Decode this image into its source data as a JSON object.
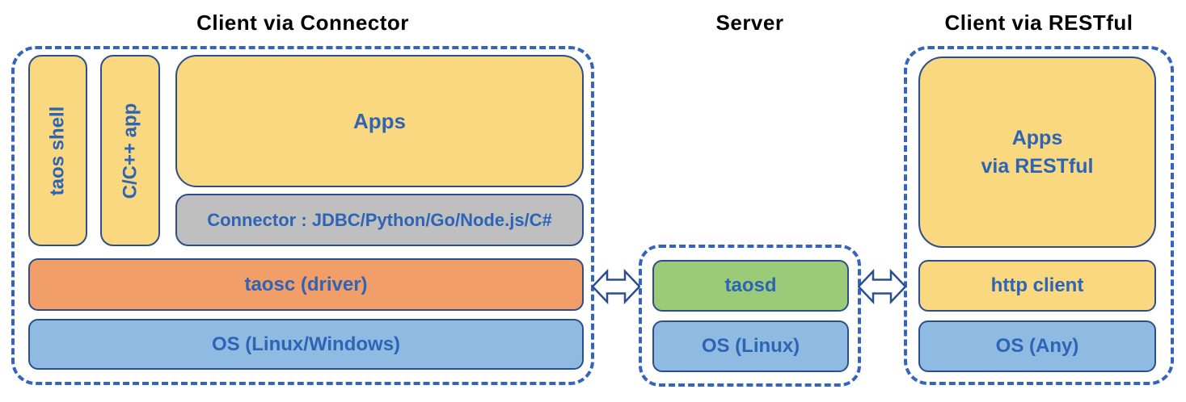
{
  "sections": {
    "client_connector": {
      "title": "Client via Connector",
      "taos_shell": "taos shell",
      "cpp_app": "C/C++ app",
      "apps": "Apps",
      "connector": "Connector : JDBC/Python/Go/Node.js/C#",
      "taosc": "taosc (driver)",
      "os": "OS (Linux/Windows)"
    },
    "server": {
      "title": "Server",
      "taosd": "taosd",
      "os": "OS (Linux)"
    },
    "client_restful": {
      "title": "Client via RESTful",
      "apps_line1": "Apps",
      "apps_line2": "via RESTful",
      "http_client": "http client",
      "os": "OS (Any)"
    }
  },
  "icons": {
    "left_arrow": "bidirectional-arrow",
    "right_arrow": "bidirectional-arrow"
  },
  "colors": {
    "box_yellow": "#FAD87F",
    "box_orange": "#F29E68",
    "box_blue": "#8FBBE2",
    "box_green": "#9BCB78",
    "box_gray": "#BFBFBF",
    "box_border": "#2B4F8E",
    "dashed_border": "#3464BE",
    "label_text": "#2E64B5",
    "title_text": "#000000",
    "arrow_fill": "#FFFFFF"
  }
}
